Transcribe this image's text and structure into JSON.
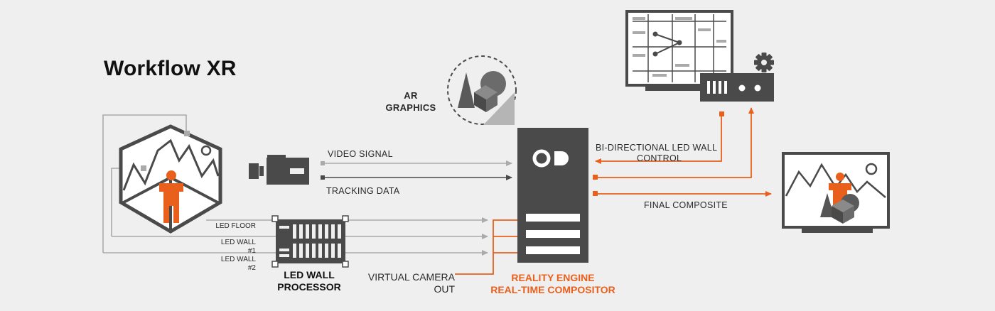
{
  "title": "Workflow XR",
  "labels": {
    "ar_graphics": [
      "AR",
      "GRAPHICS"
    ],
    "video_signal": "VIDEO SIGNAL",
    "tracking_data": "TRACKING DATA",
    "bi_directional": [
      "BI-DIRECTIONAL LED WALL",
      "CONTROL"
    ],
    "final_composite": "FINAL COMPOSITE",
    "led_floor": "LED FLOOR",
    "led_wall_1": [
      "LED WALL",
      "#1"
    ],
    "led_wall_2": [
      "LED WALL",
      "#2"
    ],
    "led_wall_processor": [
      "LED WALL",
      "PROCESSOR"
    ],
    "virtual_camera_out": [
      "VIRTUAL CAMERA",
      "OUT"
    ],
    "reality_engine": [
      "REALITY ENGINE",
      "REAL-TIME COMPOSITOR"
    ]
  },
  "colors": {
    "accent": "#e8601c",
    "dark": "#4a4a4a",
    "gray_line": "#aaaaaa",
    "background": "#efefef"
  },
  "icons": [
    "xr-stage-icon",
    "video-camera-icon",
    "ar-graphics-icon",
    "led-wall-processor-icon",
    "reality-engine-server-icon",
    "control-monitor-icon",
    "controller-box-icon",
    "gear-icon",
    "final-composite-monitor-icon"
  ]
}
